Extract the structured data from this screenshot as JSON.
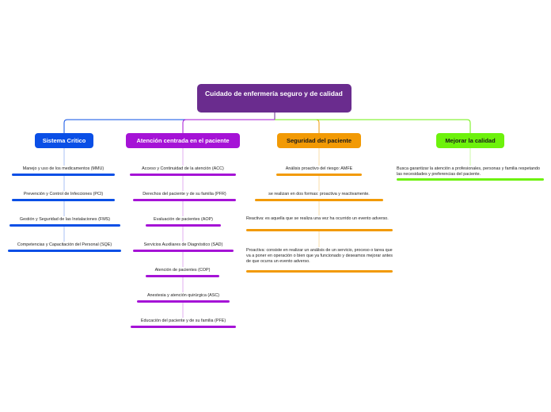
{
  "root": {
    "title": "Cuidado de enfermería seguro y de calidad"
  },
  "branches": [
    {
      "label": "Sistema Crítico",
      "color": "#0a4fe6",
      "items": [
        "Manejo y uso de los medicamentos (MMU)",
        "Prevención y Control de Infecciones (PCI)",
        "Gestión y Seguridad de las Instalaciones (FMS)",
        "Competencias y Capacitación del Personal (SQE)"
      ]
    },
    {
      "label": "Atención centrada en el paciente",
      "color": "#a513d6",
      "items": [
        "Acceso y Continuidad de la atención (ACC)",
        "Derechos del paciente y de su familia (PFR)",
        "Evaluación de pacientes (AOP)",
        "Servicios Auxiliares de Diagnóstico (SAD)",
        "Atención de pacientes (COP)",
        "Anestesia y atención quirúrgica (ASC)",
        "Educación del paciente y de su familia (PFE)"
      ]
    },
    {
      "label": "Seguridad del paciente",
      "color": "#f29a05",
      "items": [
        "Análisis proactivo del riesgo: AMFE",
        "se realizan en dos formas: proactiva y reactivamente.",
        "Reactiva: es aquella que se realiza una vez ha ocurrido un evento adverso.",
        "Proactiva: consiste en realizar un análisis de un servicio, proceso o tarea que va a poner en operación o bien que ya funcionado y deseamos mejorar antes de que ocurra un evento adverso."
      ]
    },
    {
      "label": "Mejorar la calidad",
      "color": "#6df20c",
      "items": [
        "Busca garantizar la atención a profesionales, personas y familia respetando las necesidades y preferencias del paciente."
      ]
    }
  ]
}
